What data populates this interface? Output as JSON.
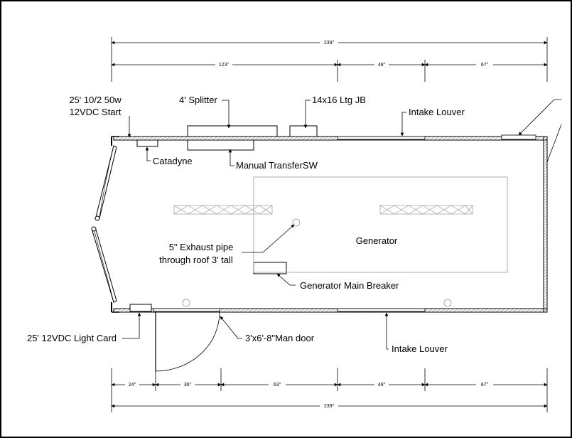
{
  "dimensions": {
    "top_overall": "239\"",
    "top_segments": [
      "123\"",
      "48\"",
      "67\""
    ],
    "bottom_overall": "239\"",
    "bottom_segments": [
      "24\"",
      "36\"",
      "63\"",
      "48\"",
      "67\""
    ]
  },
  "callouts": {
    "start_cable_line1": "25' 10/2 50w",
    "start_cable_line2": "12VDC Start",
    "splitter": "4' Splitter",
    "ltg_jb": "14x16 Ltg JB",
    "intake_louver_top": "Intake Louver",
    "catadyne": "Catadyne",
    "manual_transfer": "Manual TransferSW",
    "exhaust_line1": "5\" Exhaust pipe",
    "exhaust_line2": "through roof 3' tall",
    "generator": "Generator",
    "main_breaker": "Generator Main Breaker",
    "light_card": "25' 12VDC Light Card",
    "man_door": "3'x6'-8\"Man door",
    "intake_louver_bottom": "Intake Louver"
  }
}
